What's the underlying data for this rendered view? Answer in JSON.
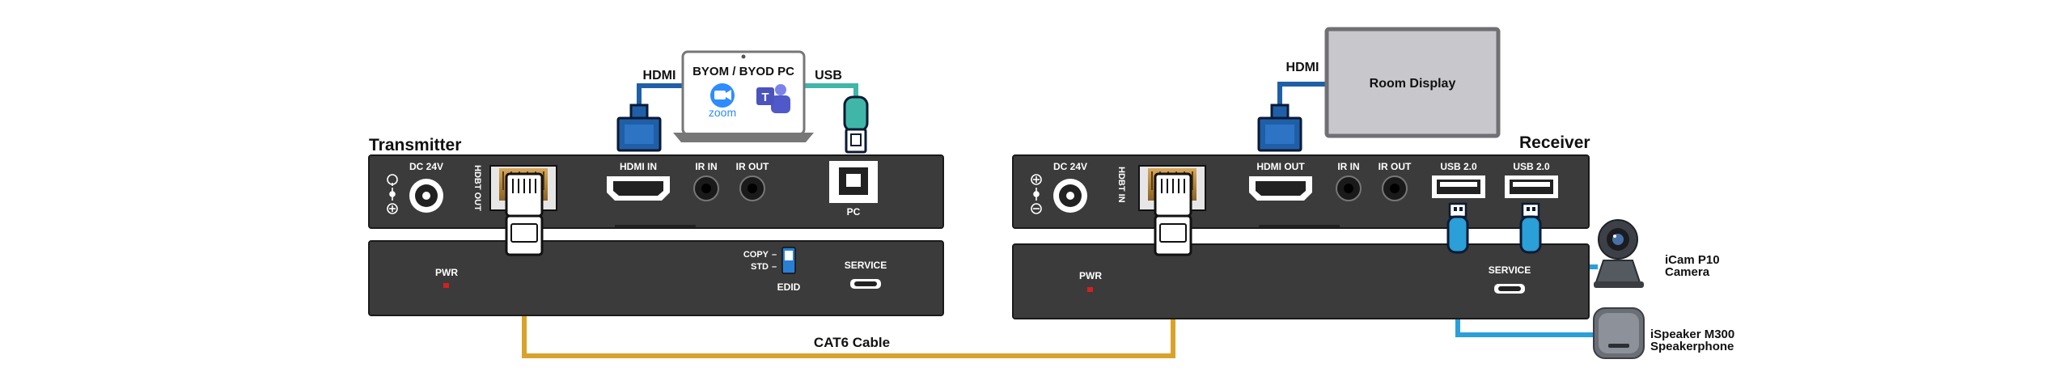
{
  "transmitter": {
    "title": "Transmitter",
    "labels": {
      "dc": "DC 24V",
      "hdbt_out": "HDBT OUT",
      "hdmi_in": "HDMI IN",
      "ir_in": "IR IN",
      "ir_out": "IR OUT",
      "pc": "PC",
      "pwr": "PWR",
      "copy": "COPY",
      "std": "STD",
      "edid": "EDID",
      "service": "SERVICE"
    }
  },
  "receiver": {
    "title": "Receiver",
    "labels": {
      "dc": "DC 24V",
      "hdbt_in": "HDBT IN",
      "hdmi_out": "HDMI OUT",
      "ir_in": "IR IN",
      "ir_out": "IR OUT",
      "usb1": "USB 2.0",
      "usb2": "USB 2.0",
      "pwr": "PWR",
      "service": "SERVICE"
    }
  },
  "laptop": {
    "title": "BYOM / BYOD PC",
    "zoom_text": "zoom"
  },
  "room_display": {
    "label": "Room Display"
  },
  "cables": {
    "hdmi_tx": "HDMI",
    "usb_tx": "USB",
    "hdmi_rx": "HDMI",
    "cat6": "CAT6 Cable"
  },
  "camera": {
    "line1": "iCam P10",
    "line2": "Camera"
  },
  "speaker": {
    "line1": "iSpeaker M300",
    "line2": "Speakerphone"
  },
  "colors": {
    "panel": "#3b3b3b",
    "hdmi_cable": "#1f5fa8",
    "usb_tx_cable": "#3fb6a8",
    "usb_rx_cable": "#2a9fd8",
    "cat6_cable": "#d9a22b",
    "pwr_led": "#d42020",
    "edid_switch": "#2a7fd4"
  }
}
